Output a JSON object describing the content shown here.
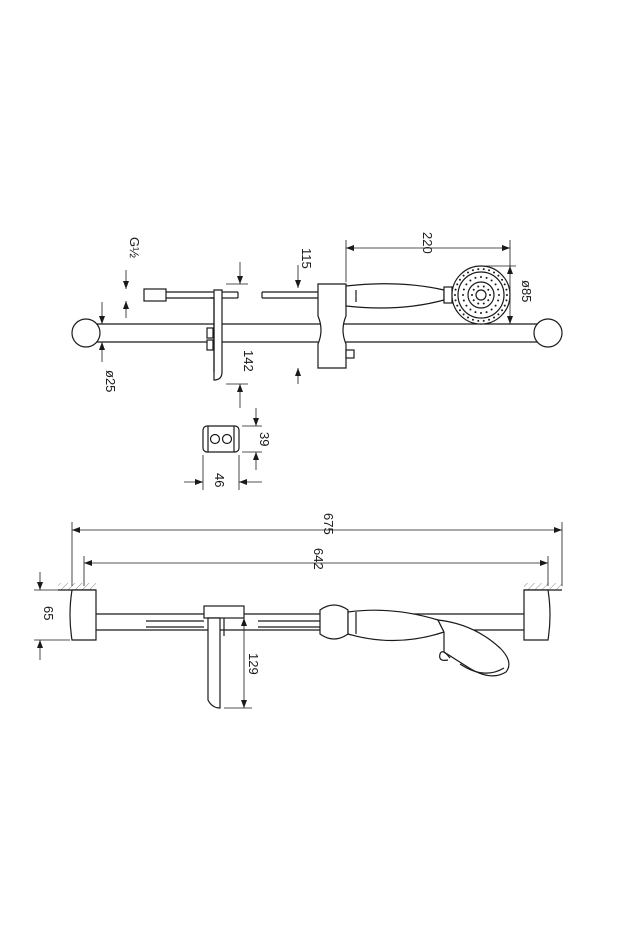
{
  "dimensions": {
    "thread": "G½",
    "head_offset": "115",
    "hose_length": "220",
    "head_diameter": "ø85",
    "slider_height": "142",
    "bar_diameter": "ø25",
    "bracket_height": "39",
    "bracket_width": "46",
    "total_length": "675",
    "bracket_spacing": "642",
    "wall_offset": "65",
    "slider_projection": "129"
  }
}
